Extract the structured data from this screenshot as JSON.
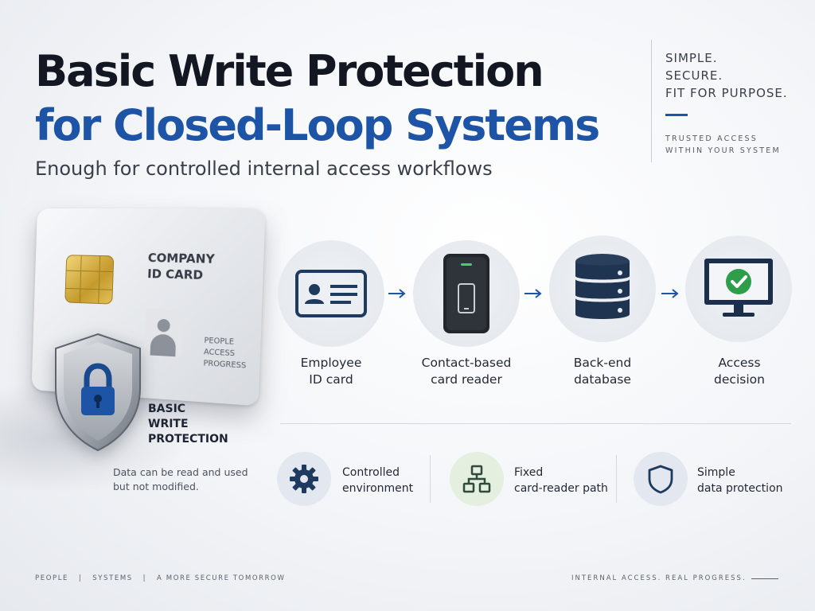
{
  "header": {
    "title_line1": "Basic Write Protection",
    "title_line2": "for Closed-Loop Systems",
    "subtitle": "Enough for controlled internal access workflows"
  },
  "tagline": {
    "lines": [
      "SIMPLE.",
      "SECURE.",
      "FIT FOR PURPOSE."
    ],
    "small_lines": [
      "TRUSTED ACCESS",
      "WITHIN YOUR SYSTEM"
    ]
  },
  "id_card": {
    "title_lines": [
      "COMPANY",
      "ID CARD"
    ],
    "small_lines": [
      "PEOPLE",
      "ACCESS",
      "PROGRESS"
    ]
  },
  "protection": {
    "label_lines": [
      "BASIC",
      "WRITE",
      "PROTECTION"
    ],
    "description_lines": [
      "Data can be read and used",
      "but not modified."
    ]
  },
  "flow": [
    {
      "label_lines": [
        "Employee",
        "ID card"
      ],
      "icon": "id-card-icon"
    },
    {
      "label_lines": [
        "Contact-based",
        "card reader"
      ],
      "icon": "card-reader-icon"
    },
    {
      "label_lines": [
        "Back-end",
        "database"
      ],
      "icon": "database-icon"
    },
    {
      "label_lines": [
        "Access",
        "decision"
      ],
      "icon": "monitor-check-icon"
    }
  ],
  "features": [
    {
      "label_lines": [
        "Controlled",
        "environment"
      ],
      "icon": "gear-icon"
    },
    {
      "label_lines": [
        "Fixed",
        "card-reader path"
      ],
      "icon": "network-icon"
    },
    {
      "label_lines": [
        "Simple",
        "data protection"
      ],
      "icon": "shield-icon"
    }
  ],
  "footer": {
    "left": "PEOPLE   |   SYSTEMS   |   A MORE SECURE TOMORROW",
    "right": "INTERNAL ACCESS. REAL PROGRESS."
  },
  "colors": {
    "brand_blue": "#1d54a6",
    "title_dark": "#121722",
    "icon_navy": "#1f3a5f",
    "check_green": "#2e9e4a"
  }
}
